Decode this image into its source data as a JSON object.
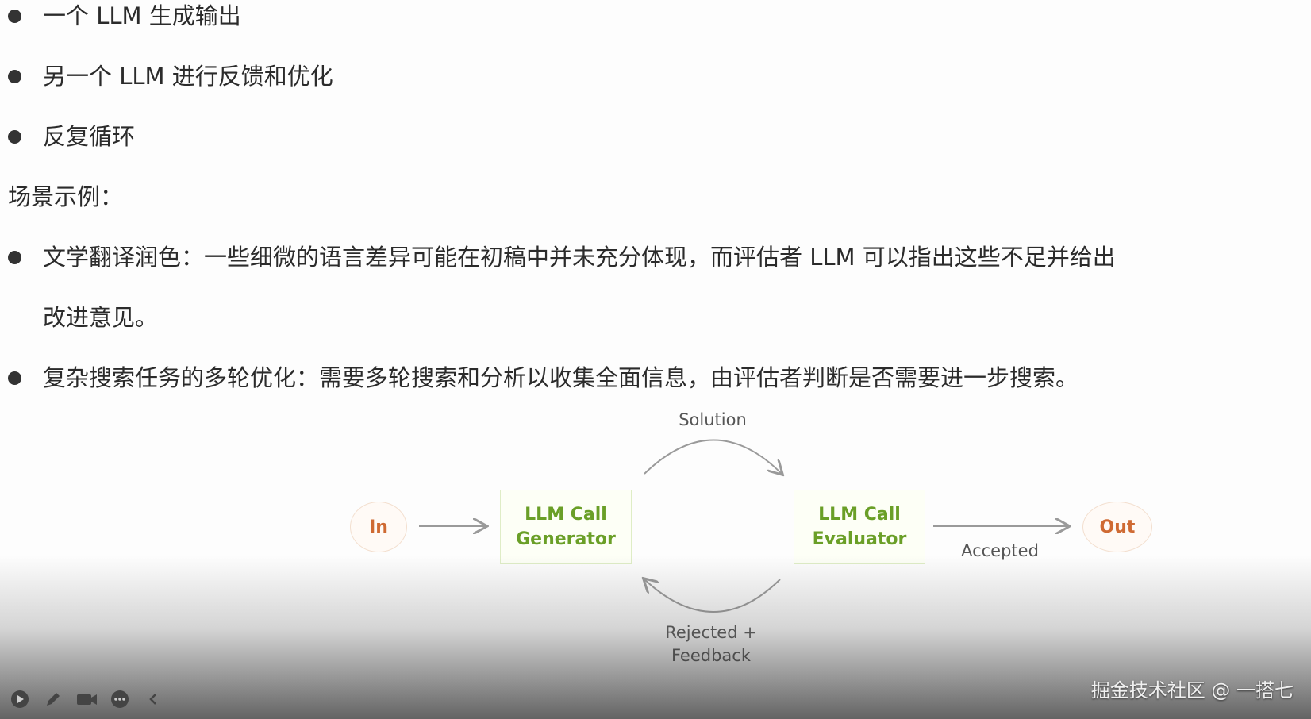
{
  "bullets_top": [
    "一个 LLM 生成输出",
    "另一个 LLM 进行反馈和优化",
    "反复循环"
  ],
  "scenario_heading": "场景示例：",
  "example_1": {
    "line1": "文学翻译润色：一些细微的语言差异可能在初稿中并未充分体现，而评估者 LLM 可以指出这些不足并给出",
    "line2": "改进意见。"
  },
  "example_2": "复杂搜索任务的多轮优化：需要多轮搜索和分析以收集全面信息，由评估者判断是否需要进一步搜索。",
  "diagram": {
    "in_label": "In",
    "generator_line1": "LLM Call",
    "generator_line2": "Generator",
    "evaluator_line1": "LLM Call",
    "evaluator_line2": "Evaluator",
    "out_label": "Out",
    "solution_label": "Solution",
    "accepted_label": "Accepted",
    "rejected_line1": "Rejected +",
    "rejected_line2": "Feedback",
    "colors": {
      "circle_text": "#cf6a33",
      "box_text": "#6a9f27",
      "arrow": "#9a9a9a"
    }
  },
  "player_controls": [
    "play-icon",
    "pen-icon",
    "camera-icon",
    "more-icon",
    "collapse-icon"
  ],
  "watermark": "掘金技术社区 @ 一搭七"
}
